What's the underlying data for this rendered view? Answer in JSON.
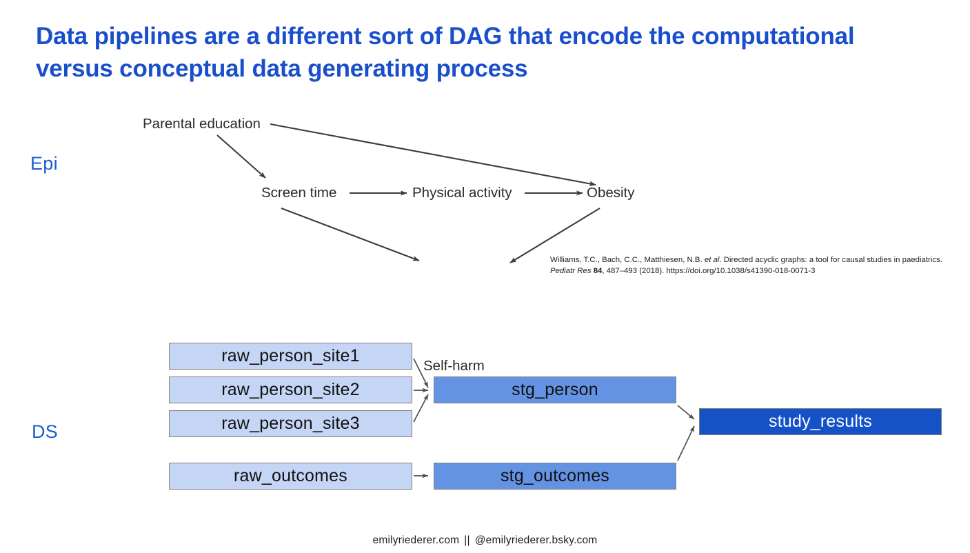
{
  "slide": {
    "title": "Data pipelines are a different sort of DAG that encode the computational versus conceptual data generating process",
    "title_color": "#1a4fcc",
    "background": "#ffffff"
  },
  "row_labels": {
    "epi": "Epi",
    "ds": "DS",
    "color": "#1a5fd0"
  },
  "epi_dag": {
    "nodes": [
      {
        "id": "parental_education",
        "label": "Parental education"
      },
      {
        "id": "screen_time",
        "label": "Screen time"
      },
      {
        "id": "physical_activity",
        "label": "Physical activity"
      },
      {
        "id": "obesity",
        "label": "Obesity"
      },
      {
        "id": "self_harm",
        "label": "Self-harm"
      }
    ],
    "edges": [
      {
        "from": "parental_education",
        "to": "screen_time"
      },
      {
        "from": "parental_education",
        "to": "obesity"
      },
      {
        "from": "screen_time",
        "to": "physical_activity"
      },
      {
        "from": "physical_activity",
        "to": "obesity"
      },
      {
        "from": "screen_time",
        "to": "self_harm"
      },
      {
        "from": "obesity",
        "to": "self_harm"
      }
    ],
    "edge_color": "#3c3c3c"
  },
  "citation": {
    "authors": "Williams, T.C., Bach, C.C., Matthiesen, N.B.",
    "etal": "et al",
    "title": ". Directed acyclic graphs: a tool for causal studies in paediatrics.",
    "journal": "Pediatr Res",
    "volume": "84",
    "pages": ", 487–493 (2018). ",
    "doi": "https://doi.org/10.1038/s41390-018-0071-3"
  },
  "ds_pipeline": {
    "colors": {
      "raw": "#c5d5f5",
      "staging": "#6593e4",
      "final": "#1552c8",
      "border": "#7f7f7f",
      "arrow": "#4d4d4d"
    },
    "nodes": [
      {
        "id": "raw_person_site1",
        "label": "raw_person_site1",
        "layer": "raw"
      },
      {
        "id": "raw_person_site2",
        "label": "raw_person_site2",
        "layer": "raw"
      },
      {
        "id": "raw_person_site3",
        "label": "raw_person_site3",
        "layer": "raw"
      },
      {
        "id": "raw_outcomes",
        "label": "raw_outcomes",
        "layer": "raw"
      },
      {
        "id": "stg_person",
        "label": "stg_person",
        "layer": "staging"
      },
      {
        "id": "stg_outcomes",
        "label": "stg_outcomes",
        "layer": "staging"
      },
      {
        "id": "study_results",
        "label": "study_results",
        "layer": "final"
      }
    ],
    "edges": [
      {
        "from": "raw_person_site1",
        "to": "stg_person"
      },
      {
        "from": "raw_person_site2",
        "to": "stg_person"
      },
      {
        "from": "raw_person_site3",
        "to": "stg_person"
      },
      {
        "from": "raw_outcomes",
        "to": "stg_outcomes"
      },
      {
        "from": "stg_person",
        "to": "study_results"
      },
      {
        "from": "stg_outcomes",
        "to": "study_results"
      }
    ]
  },
  "footer": {
    "website": "emilyriederer.com",
    "separator": "||",
    "handle": "@emilyriederer.bsky.com"
  }
}
